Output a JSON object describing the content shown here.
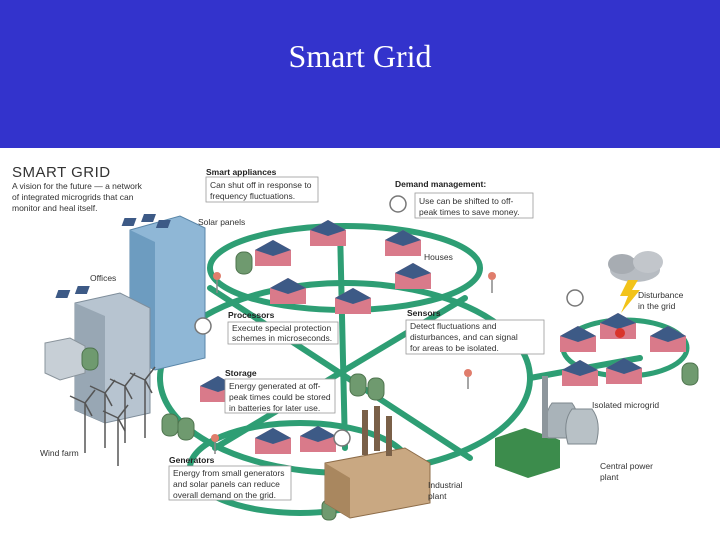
{
  "slide": {
    "title": "Smart Grid"
  },
  "diagram": {
    "heading": "SMART GRID",
    "intro": [
      "A vision for the future — a network",
      "of integrated microgrids that can",
      "monitor and heal itself."
    ],
    "labels": {
      "solar_panels": "Solar panels",
      "offices": "Offices",
      "houses": "Houses",
      "wind_farm": "Wind farm",
      "disturbance": [
        "Disturbance",
        "in the grid"
      ],
      "isolated_microgrid": "Isolated microgrid",
      "industrial_plant": [
        "Industrial",
        "plant"
      ],
      "central_power_plant": [
        "Central power",
        "plant"
      ]
    },
    "callouts": {
      "smart_appliances": {
        "title": "Smart appliances",
        "lines": [
          "Can shut off in response to",
          "frequency fluctuations."
        ]
      },
      "demand_management": {
        "title": "Demand management:",
        "lines": [
          "Use can be shifted to off-",
          "peak times to save money."
        ]
      },
      "processors": {
        "title": "Processors",
        "lines": [
          "Execute special protection",
          "schemes in microseconds."
        ]
      },
      "sensors": {
        "title": "Sensors",
        "lines": [
          "Detect fluctuations and",
          "disturbances, and can signal",
          "for areas to be isolated."
        ]
      },
      "storage": {
        "title": "Storage",
        "lines": [
          "Energy generated at off-",
          "peak times could be stored",
          "in batteries for later use."
        ]
      },
      "generators": {
        "title": "Generators",
        "lines": [
          "Energy from small generators",
          "and solar panels can reduce",
          "overall demand on the grid."
        ]
      }
    },
    "colors": {
      "title_bar": "#3333cc",
      "grid_line": "#2e9e74",
      "house_wall": "#d97a8a",
      "roof": "#3d5a86",
      "tank": "#6f9a6f"
    }
  }
}
